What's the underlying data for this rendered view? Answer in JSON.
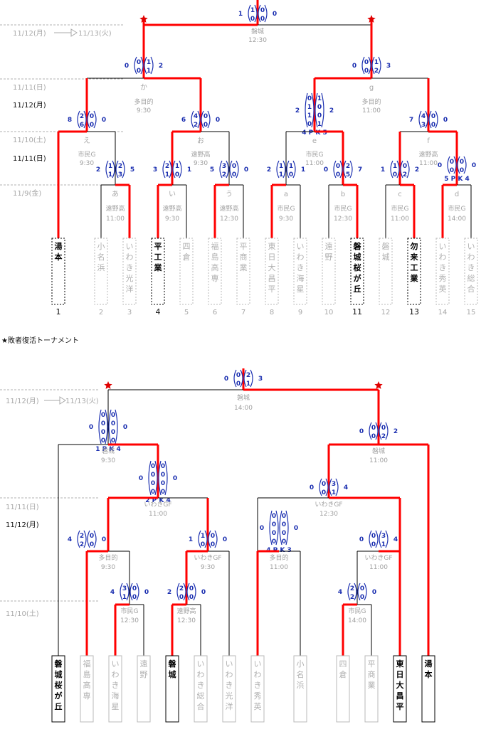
{
  "main_bracket": {
    "date_labels": [
      "11/12(月)",
      "11/13(火)",
      "11/11(日)",
      "11/12(月)",
      "11/10(土)",
      "11/11(日)",
      "11/9(金)"
    ],
    "final": {
      "venue": "磐城",
      "time": "12:30",
      "score": {
        "outer_left": "1",
        "left": [
          "1",
          "0"
        ],
        "right": [
          "0",
          "0"
        ],
        "outer_right": "0"
      }
    },
    "semi_left": {
      "score": {
        "outer_left": "0",
        "left": [
          "0",
          "0"
        ],
        "right": [
          "1",
          "1"
        ],
        "outer_right": "2"
      }
    },
    "semi_right": {
      "score": {
        "outer_left": "0",
        "left": [
          "0",
          "0"
        ],
        "right": [
          "1",
          "2"
        ],
        "outer_right": "3"
      }
    },
    "matches": [
      {
        "code": "か",
        "venue": "多目的",
        "time": "9:30"
      },
      {
        "code": "g",
        "venue": "多目的",
        "time": "11:00"
      },
      {
        "code": "え",
        "venue": "市民G",
        "time": "9:30"
      },
      {
        "code": "お",
        "venue": "遠野高",
        "time": "9:30"
      },
      {
        "code": "e",
        "venue": "市民G",
        "time": "11:00"
      },
      {
        "code": "f",
        "venue": "遠野高",
        "time": "11:00"
      },
      {
        "code": "あ",
        "venue": "遠野高",
        "time": "11:00"
      },
      {
        "code": "い",
        "venue": "遠野高",
        "time": "9:30"
      },
      {
        "code": "う",
        "venue": "遠野高",
        "time": "12:30"
      },
      {
        "code": "a",
        "venue": "市民G",
        "time": "9:30"
      },
      {
        "code": "b",
        "venue": "市民G",
        "time": "12:30"
      },
      {
        "code": "c",
        "venue": "市民G",
        "time": "11:00"
      },
      {
        "code": "d",
        "venue": "市民G",
        "time": "14:00"
      }
    ],
    "scores": {
      "ka": {
        "ol": "8",
        "l": [
          "2",
          "6"
        ],
        "r": [
          "0",
          "0"
        ],
        "or": "0"
      },
      "o": {
        "ol": "6",
        "l": [
          "4",
          "2"
        ],
        "r": [
          "0",
          "0"
        ],
        "or": "0"
      },
      "g": {
        "ol": "2",
        "l": [
          "0",
          "1",
          "1",
          "0"
        ],
        "r": [
          "1",
          "0",
          "0",
          "1"
        ],
        "or": "2",
        "pk": "4 P K 5"
      },
      "f": {
        "ol": "7",
        "l": [
          "4",
          "3"
        ],
        "r": [
          "0",
          "0"
        ],
        "or": "0"
      },
      "a_": {
        "ol": "2",
        "l": [
          "1",
          "1"
        ],
        "r": [
          "2",
          "3"
        ],
        "or": "5"
      },
      "i": {
        "ol": "3",
        "l": [
          "2",
          "1"
        ],
        "r": [
          "1",
          "0"
        ],
        "or": "1"
      },
      "u": {
        "ol": "5",
        "l": [
          "3",
          "2"
        ],
        "r": [
          "0",
          "0"
        ],
        "or": "0"
      },
      "a": {
        "ol": "2",
        "l": [
          "1",
          "1"
        ],
        "r": [
          "1",
          "0"
        ],
        "or": "1"
      },
      "b": {
        "ol": "0",
        "l": [
          "0",
          "0"
        ],
        "r": [
          "2",
          "5"
        ],
        "or": "7"
      },
      "c": {
        "ol": "1",
        "l": [
          "1",
          "0"
        ],
        "r": [
          "0",
          "2"
        ],
        "or": "2"
      },
      "d": {
        "ol": "0",
        "l": [
          "0",
          "0"
        ],
        "r": [
          "0",
          "0"
        ],
        "or": "0",
        "pk": "5 P K 4"
      }
    },
    "teams": [
      {
        "no": "1",
        "name": "湯本",
        "winner": true
      },
      {
        "no": "2",
        "name": "小名浜",
        "winner": false
      },
      {
        "no": "3",
        "name": "いわき光洋",
        "winner": false
      },
      {
        "no": "4",
        "name": "平工業",
        "winner": true
      },
      {
        "no": "5",
        "name": "四倉",
        "winner": false
      },
      {
        "no": "6",
        "name": "福島高専",
        "winner": false
      },
      {
        "no": "7",
        "name": "平商業",
        "winner": false
      },
      {
        "no": "8",
        "name": "東日大昌平",
        "winner": false
      },
      {
        "no": "9",
        "name": "いわき海星",
        "winner": false
      },
      {
        "no": "10",
        "name": "遠野",
        "winner": false
      },
      {
        "no": "11",
        "name": "磐城桜が丘",
        "winner": true
      },
      {
        "no": "12",
        "name": "磐城",
        "winner": false
      },
      {
        "no": "13",
        "name": "勿来工業",
        "winner": true
      },
      {
        "no": "14",
        "name": "いわき秀英",
        "winner": false
      },
      {
        "no": "15",
        "name": "いわき総合",
        "winner": false
      }
    ]
  },
  "consolation": {
    "title": "★敗者復活トーナメント",
    "date_labels": [
      "11/12(月)",
      "11/13(火)",
      "11/11(日)",
      "11/12(月)",
      "11/10(土)"
    ],
    "matches": [
      {
        "venue": "磐城",
        "time": "14:00"
      },
      {
        "venue": "磐城",
        "time": "9:30"
      },
      {
        "venue": "磐城",
        "time": "11:00"
      },
      {
        "venue": "いわきGF",
        "time": "11:00"
      },
      {
        "venue": "いわきGF",
        "time": "12:30"
      },
      {
        "venue": "多目的",
        "time": "9:30"
      },
      {
        "venue": "いわきGF",
        "time": "9:30"
      },
      {
        "venue": "多目的",
        "time": "11:00"
      },
      {
        "venue": "いわきGF",
        "time": "11:00"
      },
      {
        "venue": "市民G",
        "time": "12:30"
      },
      {
        "venue": "遠野高",
        "time": "12:30"
      },
      {
        "venue": "市民G",
        "time": "14:00"
      }
    ],
    "scores": {
      "final": {
        "ol": "0",
        "l": [
          "0",
          "0"
        ],
        "r": [
          "2",
          "1"
        ],
        "or": "3"
      },
      "sf1": {
        "ol": "0",
        "l": [
          "0",
          "0",
          "0",
          "0"
        ],
        "r": [
          "0",
          "0",
          "0",
          "0"
        ],
        "or": "0",
        "pk": "1 P K 4"
      },
      "sf2": {
        "ol": "0",
        "l": [
          "0",
          "0"
        ],
        "r": [
          "0",
          "2"
        ],
        "or": "2"
      },
      "qf1": {
        "ol": "0",
        "l": [
          "0",
          "0",
          "0",
          "0"
        ],
        "r": [
          "0",
          "0",
          "0",
          "0"
        ],
        "or": "0",
        "pk": "2 P K 4"
      },
      "qf2": {
        "ol": "0",
        "l": [
          "0",
          "0"
        ],
        "r": [
          "3",
          "1"
        ],
        "or": "4"
      },
      "r1": {
        "ol": "4",
        "l": [
          "2",
          "2"
        ],
        "r": [
          "0",
          "0"
        ],
        "or": "0"
      },
      "r2": {
        "ol": "1",
        "l": [
          "1",
          "0"
        ],
        "r": [
          "0",
          "0"
        ],
        "or": "0"
      },
      "r3": {
        "ol": "0",
        "l": [
          "0",
          "0",
          "0",
          "0"
        ],
        "r": [
          "0",
          "0",
          "0",
          "0"
        ],
        "or": "0",
        "pk": "4 P K 3"
      },
      "r4": {
        "ol": "0",
        "l": [
          "0",
          "0"
        ],
        "r": [
          "3",
          "1"
        ],
        "or": "4"
      },
      "p1": {
        "ol": "4",
        "l": [
          "3",
          "1"
        ],
        "r": [
          "0",
          "0"
        ],
        "or": "0"
      },
      "p2": {
        "ol": "2",
        "l": [
          "2",
          "0"
        ],
        "r": [
          "0",
          "0"
        ],
        "or": "0"
      },
      "p3": {
        "ol": "4",
        "l": [
          "2",
          "2"
        ],
        "r": [
          "0",
          "0"
        ],
        "or": "0"
      }
    },
    "teams": [
      {
        "name": "磐城桜が丘",
        "winner": true
      },
      {
        "name": "福島高専",
        "winner": false
      },
      {
        "name": "いわき海星",
        "winner": false
      },
      {
        "name": "遠野",
        "winner": false
      },
      {
        "name": "磐城",
        "winner": true
      },
      {
        "name": "いわき総合",
        "winner": false
      },
      {
        "name": "いわき光洋",
        "winner": false
      },
      {
        "name": "いわき秀英",
        "winner": false
      },
      {
        "name": "小名浜",
        "winner": false
      },
      {
        "name": "四倉",
        "winner": false
      },
      {
        "name": "平商業",
        "winner": false
      },
      {
        "name": "東日大昌平",
        "winner": true
      },
      {
        "name": "湯本",
        "winner": true
      }
    ]
  },
  "colors": {
    "win_line": "#ff0000",
    "line": "#000000",
    "score": "#1b2fb0",
    "grey": "#a0a0a0",
    "star": "#e00000"
  }
}
